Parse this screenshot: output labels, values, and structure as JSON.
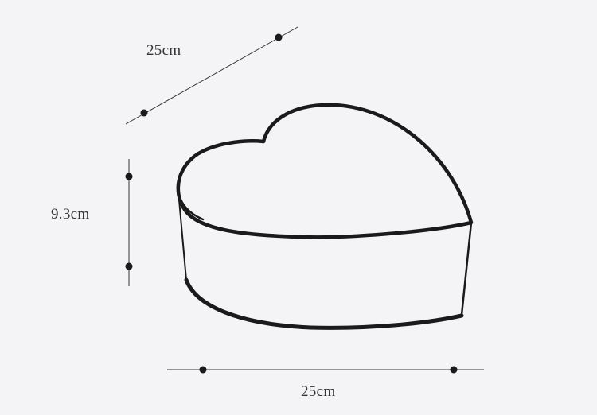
{
  "dimensions": {
    "depth": {
      "label": "25cm"
    },
    "height": {
      "label": "9.3cm"
    },
    "width": {
      "label": "25cm"
    }
  },
  "colors": {
    "background": "#f4f4f6",
    "outline": "#1a1a1a",
    "dimension_line": "#333333",
    "text": "#333333"
  },
  "product": {
    "shape": "heart-shaped-box",
    "icon": "heart-box-outline"
  }
}
